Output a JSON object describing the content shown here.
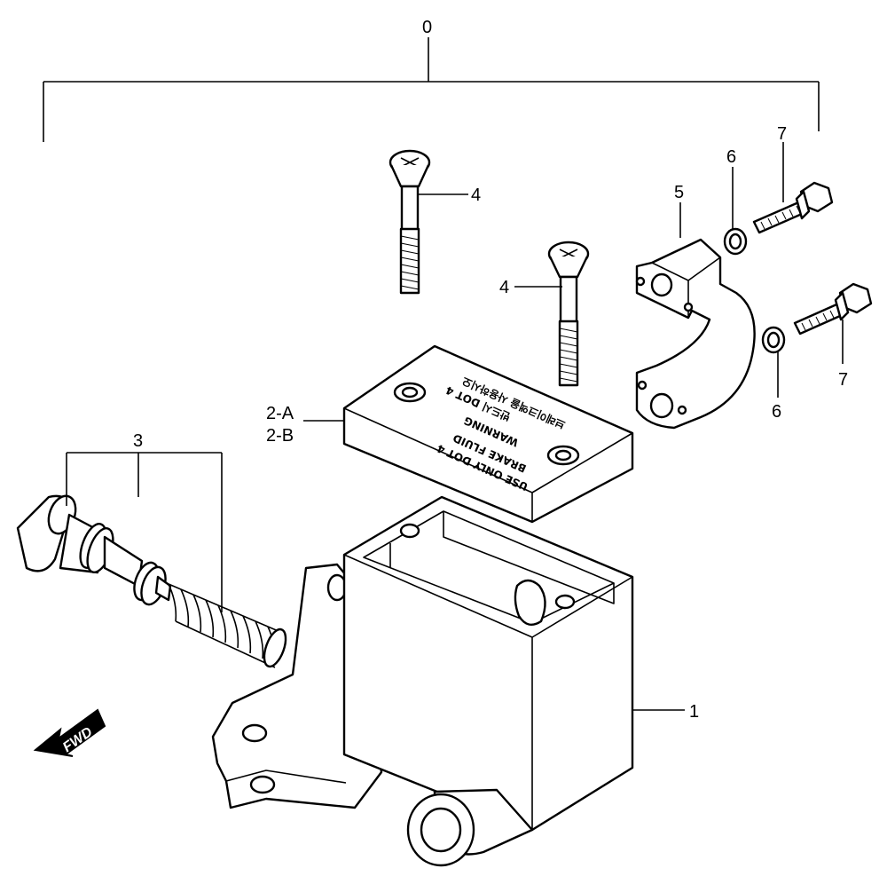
{
  "callouts": {
    "assembly": "0",
    "body": "1",
    "cap_a": "2-A",
    "cap_b": "2-B",
    "piston": "3",
    "screw_left": "4",
    "screw_right": "4",
    "holder": "5",
    "washer_top": "6",
    "washer_bottom": "6",
    "bolt_top": "7",
    "bolt_bottom": "7"
  },
  "cap_text": {
    "line1": "USE ONLY DOT 4",
    "line2": "BRAKE FLUID",
    "line3": "WARNING",
    "line4": "반드시 DOT 4",
    "line5": "브레이크액을 사용하시오"
  },
  "fwd_label": "FWD"
}
